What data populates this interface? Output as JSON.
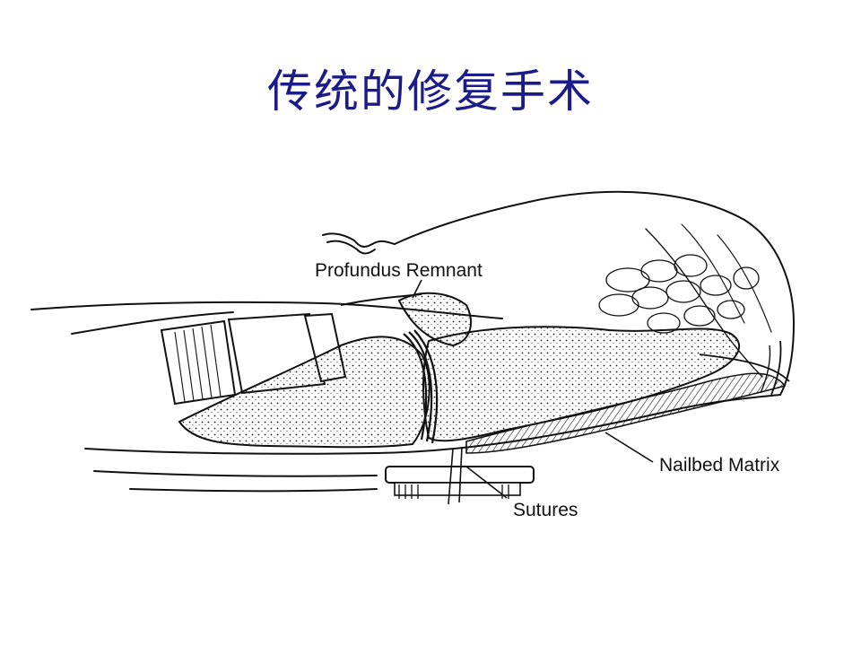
{
  "slide": {
    "title": "传统的修复手术",
    "title_color": "#1b1b8a"
  },
  "illustration": {
    "subject": "finger cross-section drawing",
    "callouts": {
      "profundus": "Profundus Remnant",
      "nailbed": "Nailbed Matrix",
      "sutures": "Sutures"
    }
  }
}
